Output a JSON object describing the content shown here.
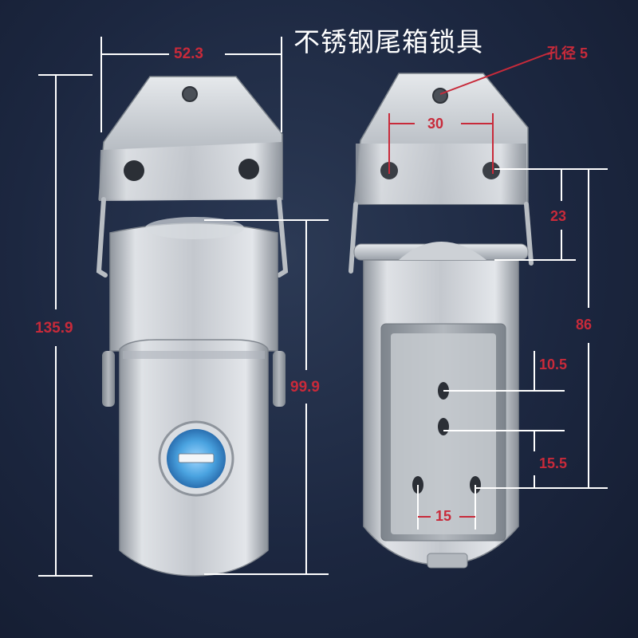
{
  "title": "不锈钢尾箱锁具",
  "hole_label": "孔径 5",
  "dimensions": {
    "top_width": "52.3",
    "overall_length": "135.9",
    "body_length": "99.9",
    "hole_spacing": "30",
    "bracket_offset": "23",
    "span": "86",
    "slot_a": "10.5",
    "slot_b": "15.5",
    "slot_spacing": "15"
  },
  "colors": {
    "background": "#1c2740",
    "dimension_line": "#ffffff",
    "dimension_accent": "#c82a3a",
    "steel": "#c8ccd2",
    "lock_cylinder": "#4aa3e0"
  }
}
